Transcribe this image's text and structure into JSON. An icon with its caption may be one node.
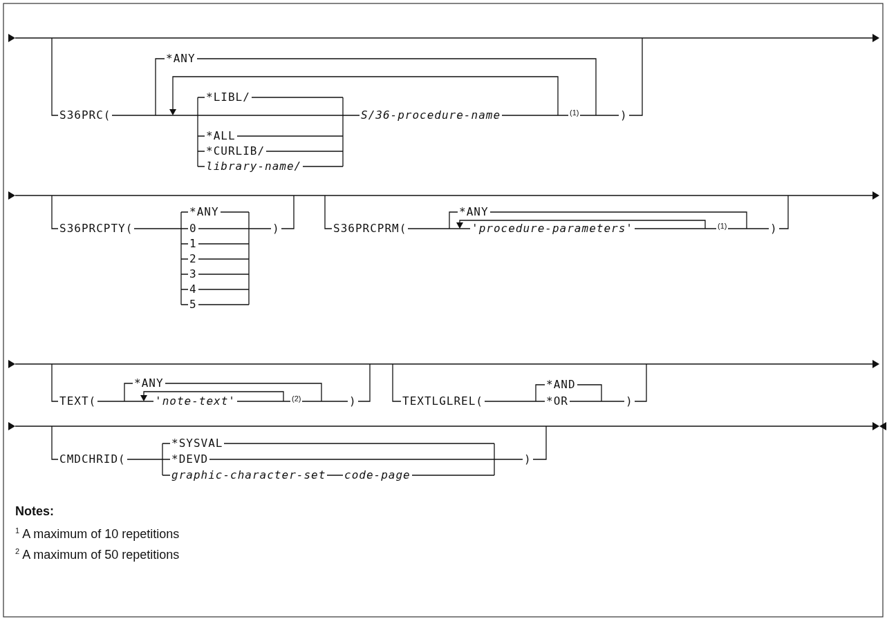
{
  "diagram": {
    "labels": [
      "S36PRC(",
      "*ANY",
      "*LIBL/",
      "S/36-procedure-name",
      "(1)",
      ")",
      "*ALL",
      "*CURLIB/",
      "library-name/",
      "S36PRCPTY(",
      "*ANY",
      "0",
      ")",
      "S36PRCPRM(",
      "*ANY",
      "'procedure-parameters'",
      "(1)",
      ")",
      "1",
      "2",
      "3",
      "4",
      "5",
      "TEXT(",
      "*ANY",
      "'note-text'",
      "(2)",
      ")",
      "TEXTLGLREL(",
      "*AND",
      "*OR",
      ")",
      "CMDCHRID(",
      "*SYSVAL",
      "*DEVD",
      ")",
      "graphic-character-set",
      "code-page",
      "Notes:",
      "$^{1}$ A maximum of 10 repetitions",
      "$^{2}$ A maximum of 50 repetitions"
    ]
  }
}
